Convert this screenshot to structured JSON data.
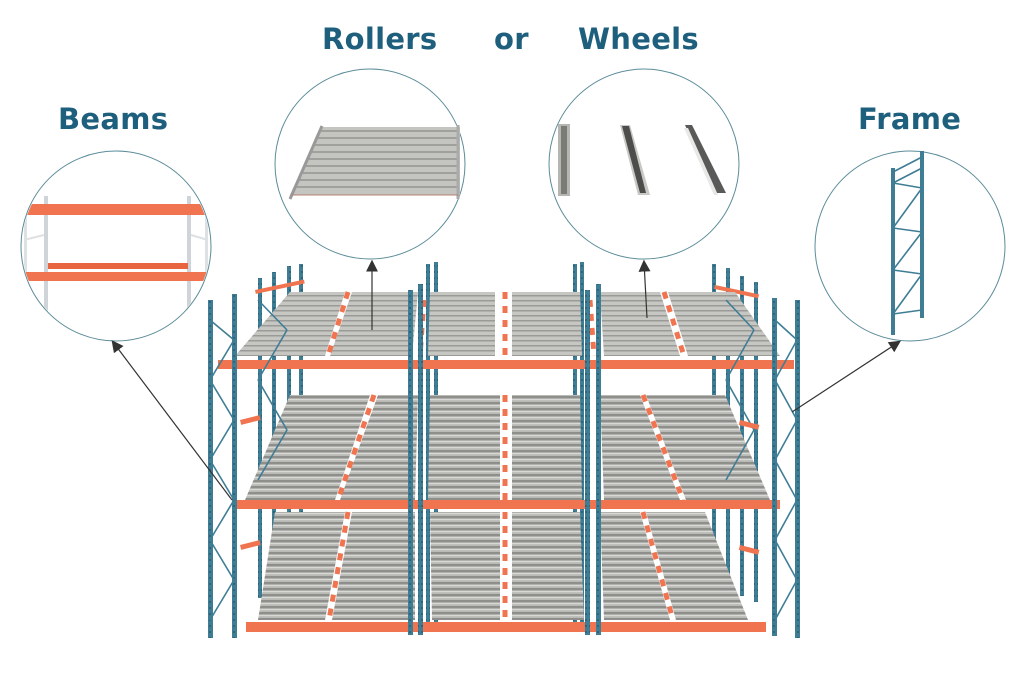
{
  "labels": {
    "beams": "Beams",
    "rollers": "Rollers",
    "or": "or",
    "wheels": "Wheels",
    "frame": "Frame"
  },
  "colors": {
    "label_text": "#1d5f7c",
    "upright_blue": "#3f7d95",
    "beam_orange": "#f0744f",
    "roller_grey": "#a8a8a6",
    "circle_outline": "#5b8c99",
    "arrow": "#333333"
  },
  "callouts": [
    {
      "name": "beams",
      "label": "Beams",
      "description": "Orange horizontal load beams between uprights"
    },
    {
      "name": "rollers",
      "label": "Rollers",
      "description": "Full-width roller conveyor bed"
    },
    {
      "name": "wheels",
      "label": "Wheels",
      "description": "Three skatewheel track rails"
    },
    {
      "name": "frame",
      "label": "Frame",
      "description": "Blue upright frame with diagonal bracing"
    }
  ],
  "rack": {
    "bays": 3,
    "levels": 3,
    "lanes_per_bay": 2
  }
}
